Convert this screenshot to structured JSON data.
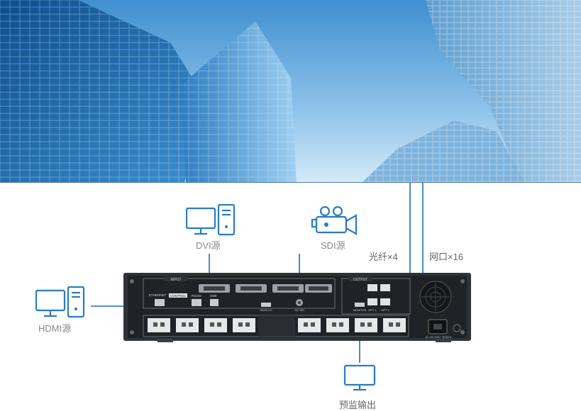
{
  "sources": {
    "dvi": {
      "label": "DVI源",
      "icon": "desktop-computer-icon"
    },
    "sdi": {
      "label": "SDI源",
      "icon": "video-camera-icon"
    },
    "hdmi": {
      "label": "HDMI源",
      "icon": "desktop-computer-icon"
    }
  },
  "outputs": {
    "fiber": {
      "label": "光纤×4"
    },
    "ethernet": {
      "label": "网口×16"
    },
    "preview": {
      "label": "预监输出",
      "icon": "monitor-icon"
    }
  },
  "device": {
    "input_title": "INPUT",
    "output_title": "OUTPUT",
    "ethernet_label": "ETHERNET",
    "control_label": "CONTROL",
    "rs232_label": "RS232",
    "usb_label": "USB",
    "hdmi_in_label": "HDMI 2.0",
    "sdi_in_label": "3G SDI",
    "monitor_label": "MONITOR",
    "opt1_label": "OPT 1",
    "opt4_label": "OPT 4",
    "power_label": "AC 100-240V~ 50/60Hz"
  },
  "colors": {
    "line": "#1d6fb8",
    "icon": "#2a7bc4",
    "label": "#8a8a8a"
  }
}
